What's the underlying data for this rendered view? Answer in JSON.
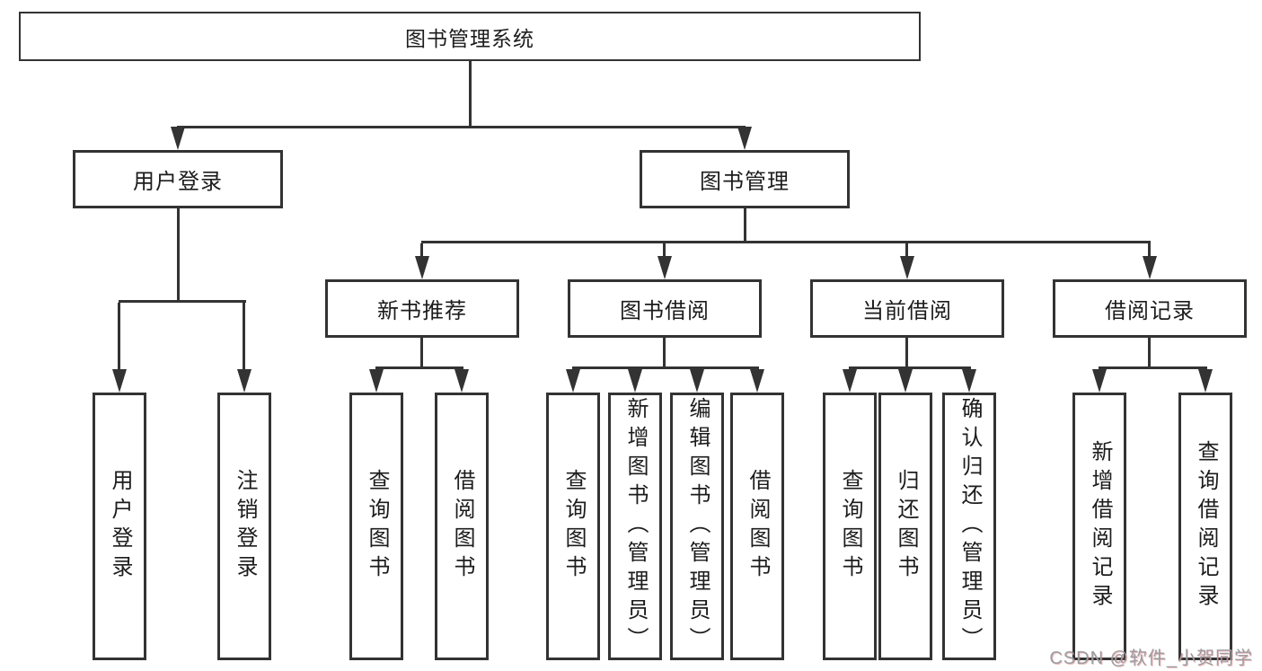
{
  "tree": {
    "root": {
      "label": "图书管理系统"
    },
    "branches": [
      {
        "label": "用户登录",
        "leaves": [
          "用户登录",
          "注销登录"
        ]
      },
      {
        "label": "图书管理",
        "groups": [
          {
            "label": "新书推荐",
            "leaves": [
              "查询图书",
              "借阅图书"
            ]
          },
          {
            "label": "图书借阅",
            "leaves": [
              "查询图书",
              "新增图书（管理员）",
              "编辑图书（管理员）",
              "借阅图书"
            ]
          },
          {
            "label": "当前借阅",
            "leaves": [
              "查询图书",
              "归还图书",
              "确认归还（管理员）"
            ]
          },
          {
            "label": "借阅记录",
            "leaves": [
              "新增借阅记录",
              "查询借阅记录"
            ]
          }
        ]
      }
    ]
  },
  "watermark": {
    "text": "CSDN @软件_小贺同学"
  },
  "colors": {
    "line": "#333333",
    "box_border": "#333333",
    "box_fill": "#ffffff",
    "text": "#1c1c1c",
    "watermark": "#9c9ca1"
  }
}
